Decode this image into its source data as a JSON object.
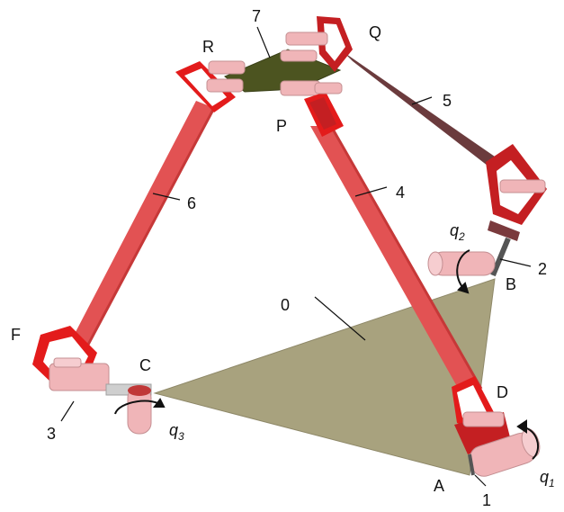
{
  "labels": {
    "base": "0",
    "link1": "1",
    "link2": "2",
    "link3": "3",
    "link4": "4",
    "link5": "5",
    "link6": "6",
    "platform": "7",
    "A": "A",
    "B": "B",
    "C": "C",
    "D": "D",
    "F": "F",
    "P": "P",
    "Q": "Q",
    "R": "R"
  },
  "joints": {
    "q1": {
      "symbol": "q",
      "sub": "1"
    },
    "q2": {
      "symbol": "q",
      "sub": "2"
    },
    "q3": {
      "symbol": "q",
      "sub": "3"
    }
  },
  "colors": {
    "base_triangle": "#a8a27e",
    "platform": "#4c5420",
    "red_link": "#e25253",
    "red_dark": "#c41f22",
    "bracket_red": "#e31b1b",
    "pink_part": "#f0b5b8",
    "dark_link": "#6b3b3d",
    "grey_shaft": "#888888"
  }
}
